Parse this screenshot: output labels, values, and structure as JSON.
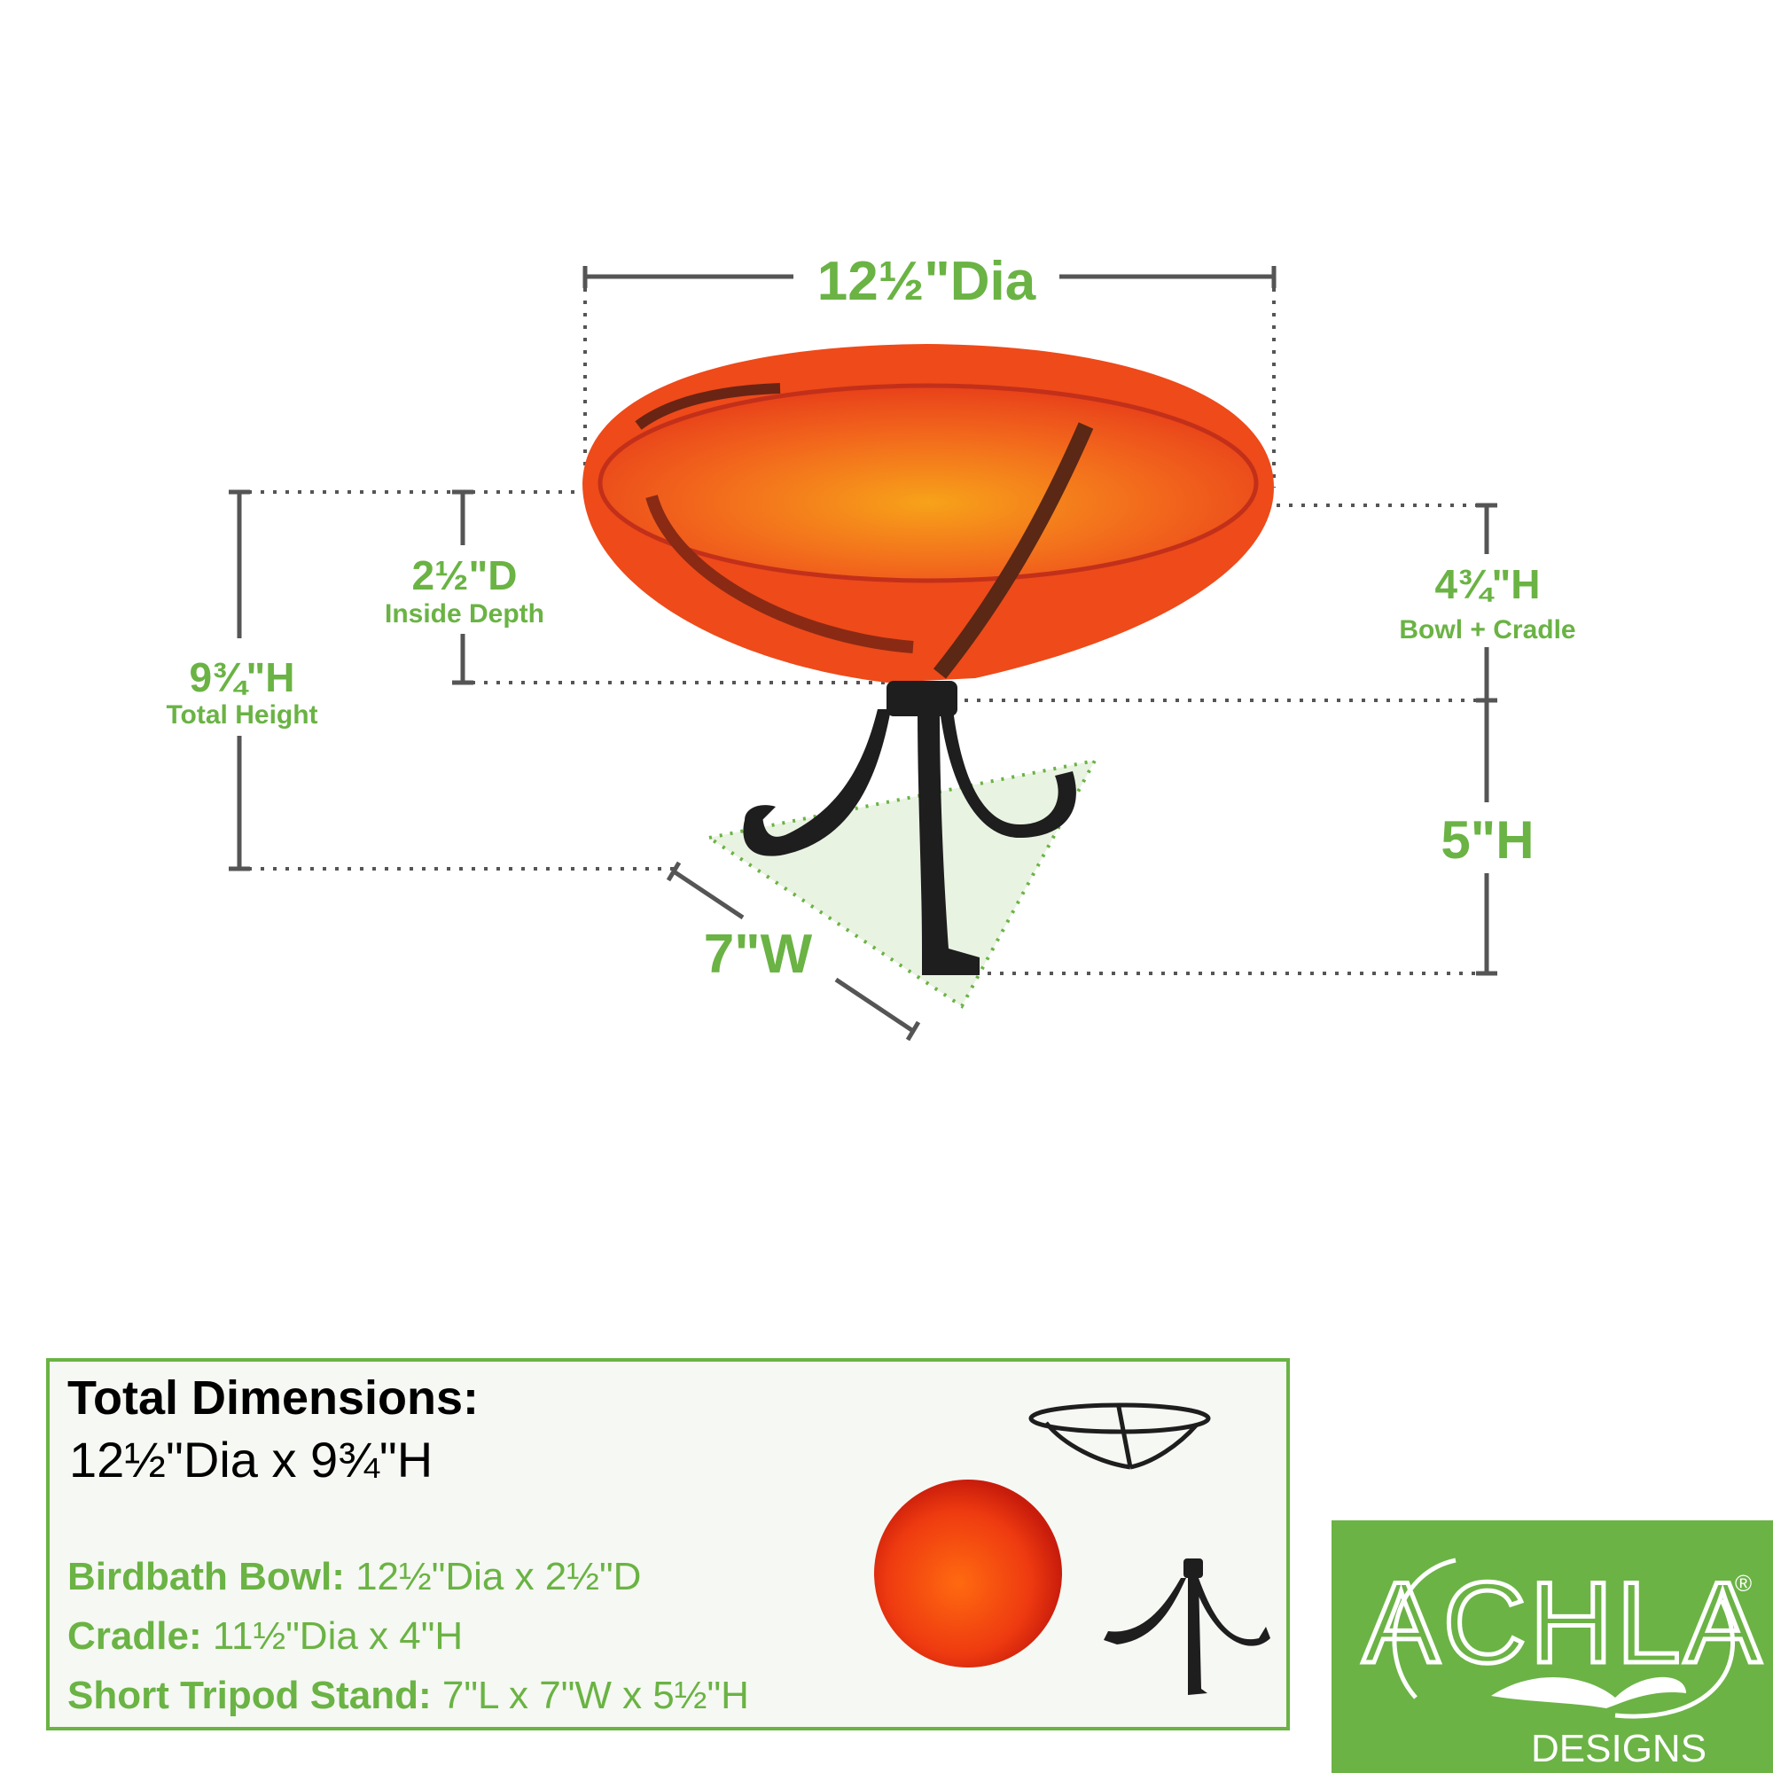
{
  "dimensions": {
    "diameter": "12½\"Dia",
    "total_height": "9¾\"H",
    "total_height_label": "Total Height",
    "inside_depth": "2½\"D",
    "inside_depth_label": "Inside Depth",
    "bowl_cradle_height": "4¾\"H",
    "bowl_cradle_label": "Bowl + Cradle",
    "stand_height": "5\"H",
    "stand_width": "7\"W"
  },
  "summary": {
    "title": "Total Dimensions:",
    "total": "12½\"Dia x 9¾\"H",
    "items": [
      {
        "label": "Birdbath Bowl:",
        "value": " 12½\"Dia x 2½\"D"
      },
      {
        "label": "Cradle:",
        "value": " 11½\"Dia x 4\"H"
      },
      {
        "label": "Short Tripod Stand:",
        "value": " 7\"L x 7\"W x 5½\"H"
      }
    ]
  },
  "logo": {
    "name": "ACHLA",
    "sub": "DESIGNS",
    "mark": "®"
  },
  "colors": {
    "accent_green": "#6ab344",
    "bowl_orange": "#f0501a",
    "line_gray": "#555555",
    "stand_black": "#1e1e1e"
  }
}
